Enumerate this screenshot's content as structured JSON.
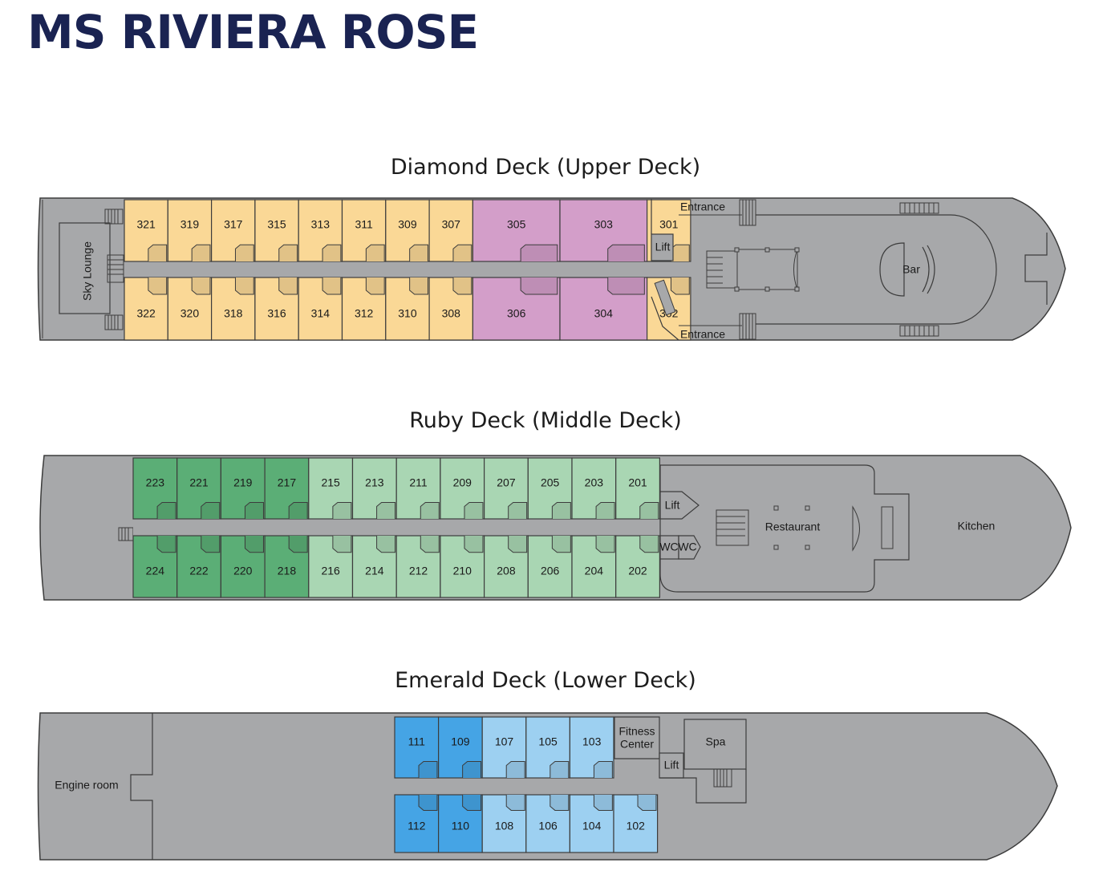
{
  "title": "MS RIVIERA ROSE",
  "colors": {
    "hull": "#a7a8aa",
    "outline": "#3c3c3c",
    "cream": "#fad896",
    "purple": "#d39ec9",
    "green_dark": "#5bae76",
    "green_light": "#a9d6b3",
    "blue_dark": "#45a4e5",
    "blue_light": "#9dd0f1",
    "title": "#1a2352"
  },
  "decks": [
    {
      "id": "diamond",
      "title": "Diamond Deck (Upper Deck)",
      "facilities": {
        "sky_lounge": "Sky Lounge",
        "lift": "Lift",
        "entrance_top": "Entrance",
        "entrance_bottom": "Entrance",
        "bar": "Bar"
      },
      "top_row": [
        {
          "n": "321",
          "c": "cream"
        },
        {
          "n": "319",
          "c": "cream"
        },
        {
          "n": "317",
          "c": "cream"
        },
        {
          "n": "315",
          "c": "cream"
        },
        {
          "n": "313",
          "c": "cream"
        },
        {
          "n": "311",
          "c": "cream"
        },
        {
          "n": "309",
          "c": "cream"
        },
        {
          "n": "307",
          "c": "cream"
        },
        {
          "n": "305",
          "c": "purple",
          "w": 2
        },
        {
          "n": "303",
          "c": "purple",
          "w": 2
        },
        {
          "n": "301",
          "c": "cream"
        }
      ],
      "bottom_row": [
        {
          "n": "322",
          "c": "cream"
        },
        {
          "n": "320",
          "c": "cream"
        },
        {
          "n": "318",
          "c": "cream"
        },
        {
          "n": "316",
          "c": "cream"
        },
        {
          "n": "314",
          "c": "cream"
        },
        {
          "n": "312",
          "c": "cream"
        },
        {
          "n": "310",
          "c": "cream"
        },
        {
          "n": "308",
          "c": "cream"
        },
        {
          "n": "306",
          "c": "purple",
          "w": 2
        },
        {
          "n": "304",
          "c": "purple",
          "w": 2
        },
        {
          "n": "302",
          "c": "cream"
        }
      ]
    },
    {
      "id": "ruby",
      "title": "Ruby Deck (Middle Deck)",
      "facilities": {
        "lift": "Lift",
        "wc1": "WC",
        "wc2": "WC",
        "restaurant": "Restaurant",
        "kitchen": "Kitchen"
      },
      "top_row": [
        {
          "n": "223",
          "c": "green_dark"
        },
        {
          "n": "221",
          "c": "green_dark"
        },
        {
          "n": "219",
          "c": "green_dark"
        },
        {
          "n": "217",
          "c": "green_dark"
        },
        {
          "n": "215",
          "c": "green_light"
        },
        {
          "n": "213",
          "c": "green_light"
        },
        {
          "n": "211",
          "c": "green_light"
        },
        {
          "n": "209",
          "c": "green_light"
        },
        {
          "n": "207",
          "c": "green_light"
        },
        {
          "n": "205",
          "c": "green_light"
        },
        {
          "n": "203",
          "c": "green_light"
        },
        {
          "n": "201",
          "c": "green_light"
        }
      ],
      "bottom_row": [
        {
          "n": "224",
          "c": "green_dark"
        },
        {
          "n": "222",
          "c": "green_dark"
        },
        {
          "n": "220",
          "c": "green_dark"
        },
        {
          "n": "218",
          "c": "green_dark"
        },
        {
          "n": "216",
          "c": "green_light"
        },
        {
          "n": "214",
          "c": "green_light"
        },
        {
          "n": "212",
          "c": "green_light"
        },
        {
          "n": "210",
          "c": "green_light"
        },
        {
          "n": "208",
          "c": "green_light"
        },
        {
          "n": "206",
          "c": "green_light"
        },
        {
          "n": "204",
          "c": "green_light"
        },
        {
          "n": "202",
          "c": "green_light"
        }
      ]
    },
    {
      "id": "emerald",
      "title": "Emerald Deck (Lower Deck)",
      "facilities": {
        "engine_room": "Engine room",
        "fitness_1": "Fitness",
        "fitness_2": "Center",
        "lift": "Lift",
        "spa": "Spa"
      },
      "top_row": [
        {
          "n": "111",
          "c": "blue_dark"
        },
        {
          "n": "109",
          "c": "blue_dark"
        },
        {
          "n": "107",
          "c": "blue_light"
        },
        {
          "n": "105",
          "c": "blue_light"
        },
        {
          "n": "103",
          "c": "blue_light"
        }
      ],
      "bottom_row": [
        {
          "n": "112",
          "c": "blue_dark"
        },
        {
          "n": "110",
          "c": "blue_dark"
        },
        {
          "n": "108",
          "c": "blue_light"
        },
        {
          "n": "106",
          "c": "blue_light"
        },
        {
          "n": "104",
          "c": "blue_light"
        },
        {
          "n": "102",
          "c": "blue_light"
        }
      ]
    }
  ]
}
